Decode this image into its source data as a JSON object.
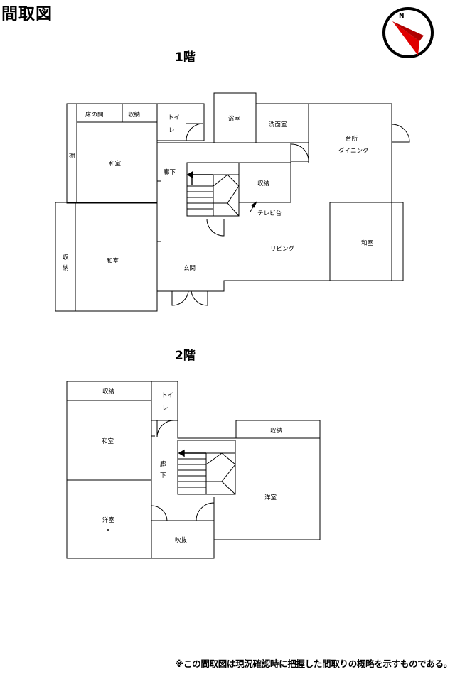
{
  "title": "間取図",
  "compass": {
    "north_label": "N",
    "icon": "compass-north-arrow-icon"
  },
  "floor1": {
    "label": "1階",
    "rooms": {
      "tokonoma": "床の間",
      "storage_top": "収納",
      "toilet_top": "トイ",
      "toilet_bottom": "レ",
      "bath": "浴室",
      "washroom": "洗面室",
      "kitchen_1": "台所",
      "kitchen_2": "ダイニング",
      "shelf": "棚",
      "washitsu_nw": "和室",
      "hall": "廊下",
      "storage_mid": "収納",
      "tv_stand": "テレビ台",
      "storage_w_1": "収",
      "storage_w_2": "納",
      "washitsu_sw": "和室",
      "entrance": "玄関",
      "living": "リビング",
      "washitsu_e": "和室"
    }
  },
  "floor2": {
    "label": "2階",
    "rooms": {
      "storage_nw": "収納",
      "toilet_top": "トイ",
      "toilet_bottom": "レ",
      "washitsu": "和室",
      "hall_1": "廊",
      "hall_2": "下",
      "storage_e": "収納",
      "youshitsu_e": "洋室",
      "youshitsu_w": "洋室",
      "void": "吹抜"
    }
  },
  "footnote": "※この間取図は現況確認時に把握した間取りの概略を示すものである。"
}
